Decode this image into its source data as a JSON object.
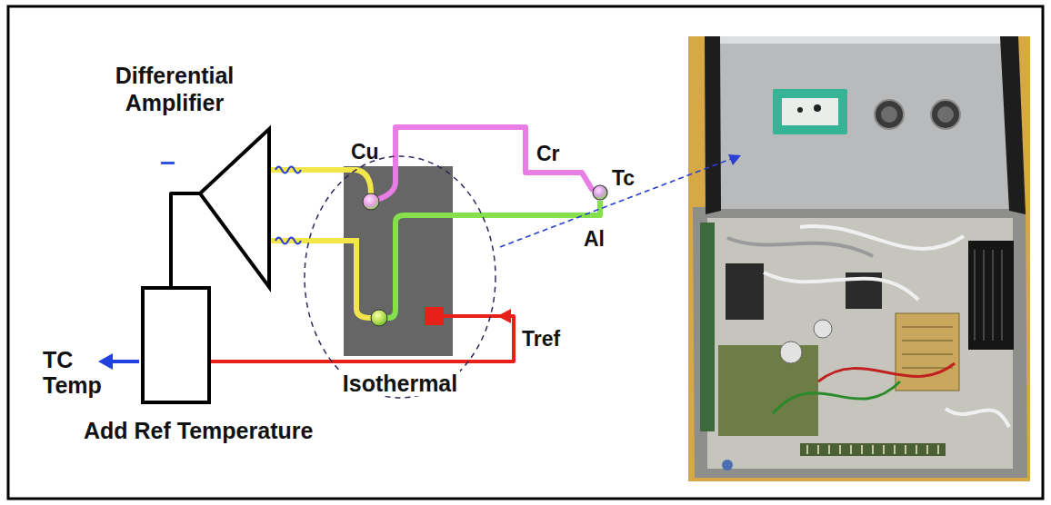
{
  "diagram": {
    "nodes": [
      {
        "text": [
          "Differential Amplifier"
        ]
      },
      {
        "text": [
          "Add Ref Temperature"
        ]
      },
      {
        "text": [
          "Isothermal"
        ]
      },
      {
        "text": [
          "Tc"
        ]
      }
    ],
    "edges": [
      {
        "from": 0,
        "to": 1,
        "arrow": "none"
      },
      {
        "from": 2,
        "to": 0,
        "label": "Cu",
        "arrow": "none"
      },
      {
        "from": 2,
        "to": 0,
        "arrow": "none"
      },
      {
        "from": 2,
        "to": 3,
        "label": "Cr",
        "arrow": "none"
      },
      {
        "from": 2,
        "to": 3,
        "label": "Al",
        "arrow": "none"
      },
      {
        "from": 1,
        "to": 2,
        "label": "Tref",
        "arrow": "to"
      }
    ],
    "labels": [
      "–",
      "TC",
      "Temp"
    ]
  }
}
